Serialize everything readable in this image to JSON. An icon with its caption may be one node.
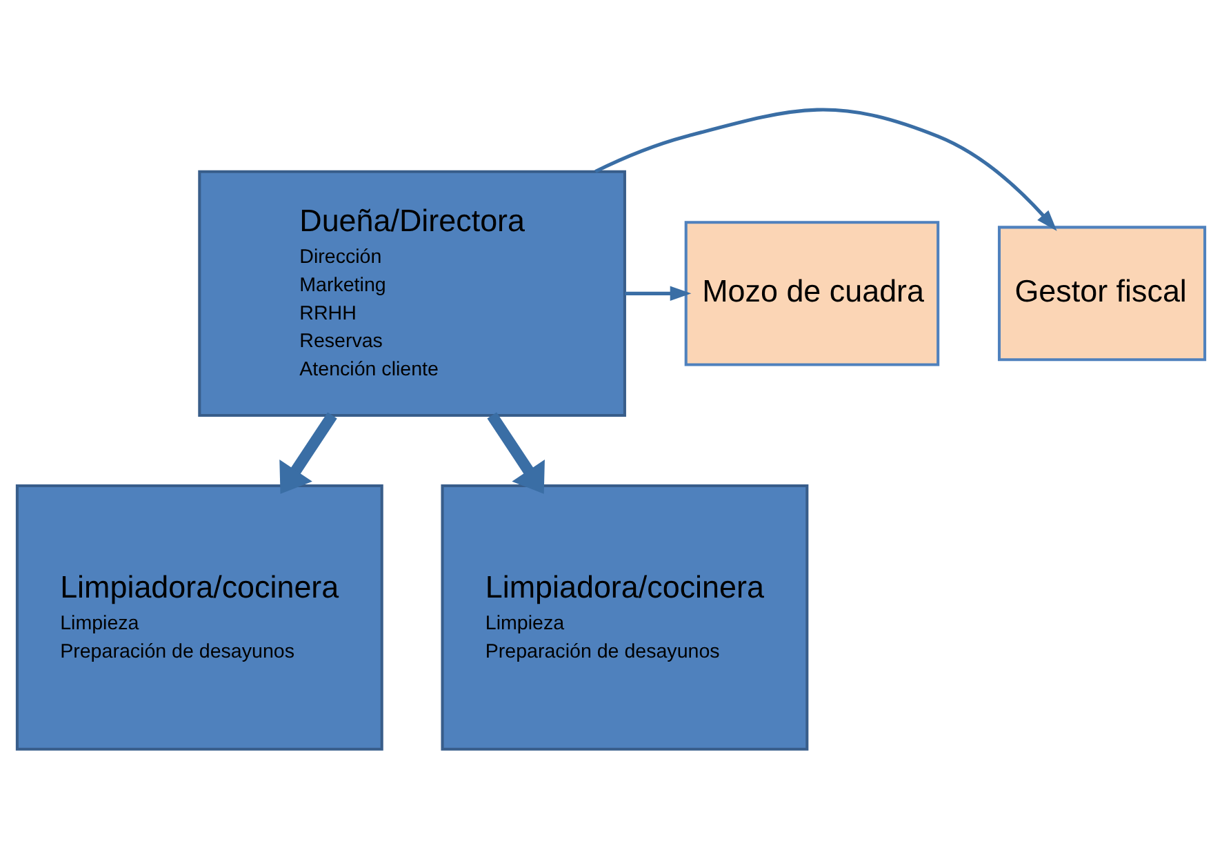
{
  "diagram": {
    "nodes": [
      {
        "text": [
          "Dueña/Directora",
          "Dirección",
          "Marketing",
          "RRHH",
          "Reservas",
          "Atención cliente"
        ]
      },
      {
        "text": [
          "Gestor fiscal"
        ]
      },
      {
        "text": [
          "Mozo de cuadra"
        ]
      },
      {
        "text": [
          "Limpiadora/cocinera",
          "Limpieza",
          "Preparación de desayunos"
        ]
      },
      {
        "text": [
          "Limpiadora/cocinera",
          "Limpieza",
          "Preparación de desayunos"
        ]
      }
    ],
    "edges": [
      {
        "from": 0,
        "to": 1,
        "arrow": "to"
      },
      {
        "from": 0,
        "to": 2,
        "arrow": "to"
      },
      {
        "from": 0,
        "to": 3,
        "arrow": "to",
        "style": "thick"
      },
      {
        "from": 0,
        "to": 4,
        "arrow": "to",
        "style": "thick"
      }
    ]
  }
}
